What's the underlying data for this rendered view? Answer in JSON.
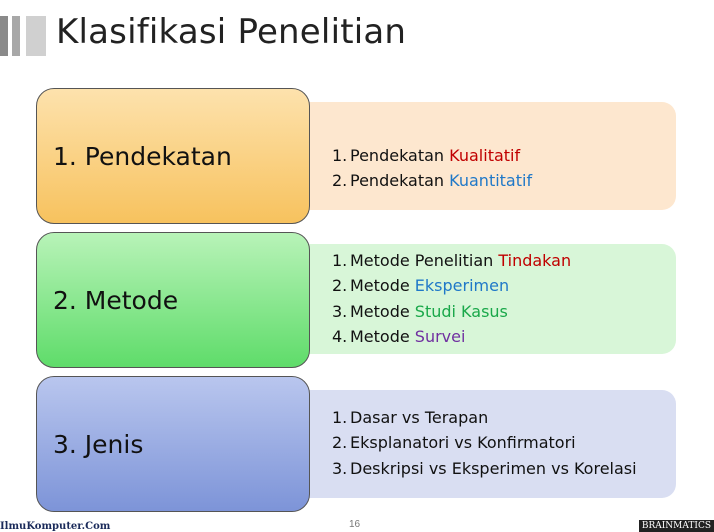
{
  "slide": {
    "title": "Klasifikasi Penelitian",
    "page_number": "16",
    "footer_left": "IlmuKomputer.Com",
    "footer_right": "BRAINMATICS"
  },
  "colors": {
    "red": "#c00000",
    "blue": "#1f78c8",
    "green": "#1aa84a",
    "purple": "#7030a0"
  },
  "rows": [
    {
      "label": "1. Pendekatan",
      "items": [
        {
          "num": "1.",
          "text": "Pendekatan ",
          "highlight": "Kualitatif",
          "color": "#c00000"
        },
        {
          "num": "2.",
          "text": "Pendekatan ",
          "highlight": "Kuantitatif",
          "color": "#1f78c8"
        }
      ]
    },
    {
      "label": "2. Metode",
      "items": [
        {
          "num": "1.",
          "text": "Metode Penelitian ",
          "highlight": "Tindakan",
          "color": "#c00000"
        },
        {
          "num": "2.",
          "text": "Metode ",
          "highlight": "Eksperimen",
          "color": "#1f78c8"
        },
        {
          "num": "3.",
          "text": "Metode ",
          "highlight": "Studi Kasus",
          "color": "#1aa84a"
        },
        {
          "num": "4.",
          "text": "Metode ",
          "highlight": "Survei",
          "color": "#7030a0"
        }
      ]
    },
    {
      "label": "3. Jenis",
      "items": [
        {
          "num": "1.",
          "text": "Dasar vs Terapan",
          "highlight": "",
          "color": "#111111"
        },
        {
          "num": "2.",
          "text": "Eksplanatori vs Konfirmatori",
          "highlight": "",
          "color": "#111111"
        },
        {
          "num": "3.",
          "text": "Deskripsi vs Eksperimen vs Korelasi",
          "highlight": "",
          "color": "#111111"
        }
      ]
    }
  ]
}
